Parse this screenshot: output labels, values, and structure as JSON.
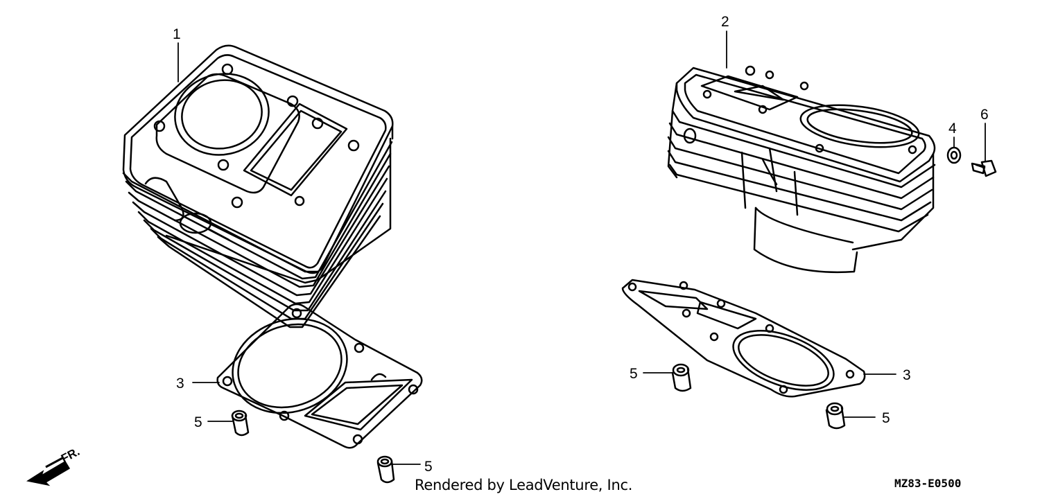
{
  "callouts": {
    "c1": "1",
    "c2": "2",
    "c3a": "3",
    "c3b": "3",
    "c4": "4",
    "c5a": "5",
    "c5b": "5",
    "c5c": "5",
    "c5d": "5",
    "c6": "6"
  },
  "direction_label": "FR.",
  "credit": "Rendered by LeadVenture, Inc.",
  "diagram_code": "MZ83-E0500",
  "colors": {
    "line": "#000000",
    "background": "#ffffff"
  }
}
